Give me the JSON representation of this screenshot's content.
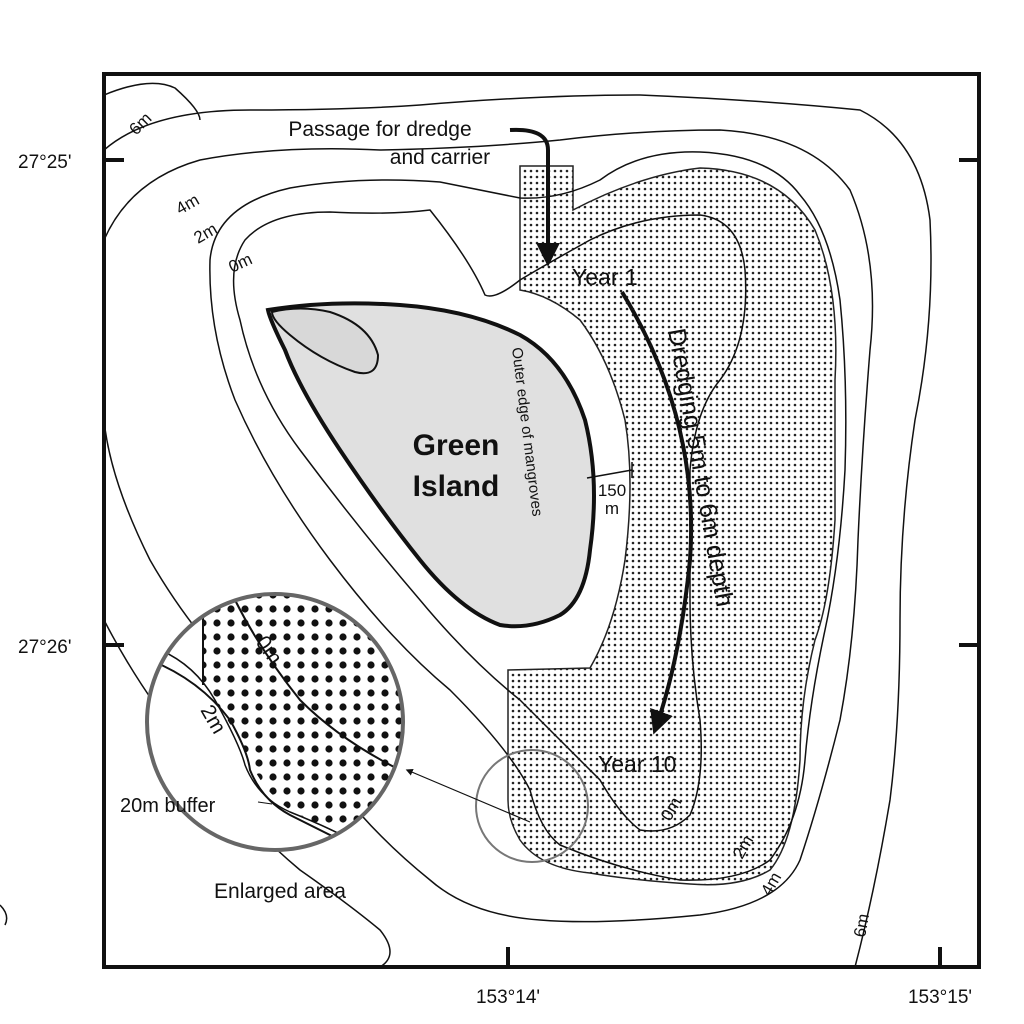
{
  "map": {
    "island_name_line1": "Green",
    "island_name_line2": "Island",
    "passage_label_line1": "Passage for dredge",
    "passage_label_line2": "and carrier",
    "year_start": "Year 1",
    "year_end": "Year 10",
    "dredging_label": "Dredging 5m to 6m depth",
    "mangrove_label": "Outer edge of mangroves",
    "distance_value": "150",
    "distance_unit": "m",
    "contours": {
      "c0": "0m",
      "c2": "2m",
      "c4": "4m",
      "c6": "6m"
    },
    "inset": {
      "title": "Enlarged area",
      "buffer_label": "20m buffer",
      "c0": "0m",
      "c2": "2m"
    },
    "latitudes": [
      "27°25'",
      "27°26'"
    ],
    "longitudes": [
      "153°14'",
      "153°15'"
    ]
  },
  "colors": {
    "island_fill": "#e0e0e0",
    "ink": "#111111",
    "inset_ring": "#666666"
  }
}
